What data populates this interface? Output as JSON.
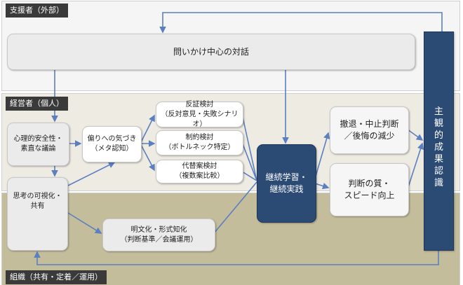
{
  "zones": {
    "external": "支援者（外部）",
    "individual": "経営者（個人）",
    "organization": "組織（共有・定着／運用）"
  },
  "boxes": {
    "dialogue": "問いかけ中心の対話",
    "safety": "心理的安全性・\n素直な議論",
    "visualize": "思考の可視化・\n共有",
    "bias": "偏りへの気づき\n（メタ認知）",
    "refute": "反証検討\n（反対意見・失敗シナリオ）",
    "constraint": "制約検討\n（ボトルネック特定）",
    "alternative": "代替案検討\n（複数案比較）",
    "formalize": "明文化・形式知化\n（判断基準／会議運用）",
    "learning": "継続学習・\n継続実践",
    "withdraw": "撤退・中止判断\n／後悔の減少",
    "quality": "判断の質・\nスピード向上",
    "outcome": "主\n観\n的\n成\n果\n認\n識"
  },
  "colors": {
    "dark": "#2b4a74",
    "arrow": "#5b7fbf",
    "org_bg": "#c4bd9c",
    "ind_bg": "#eeebe3"
  }
}
